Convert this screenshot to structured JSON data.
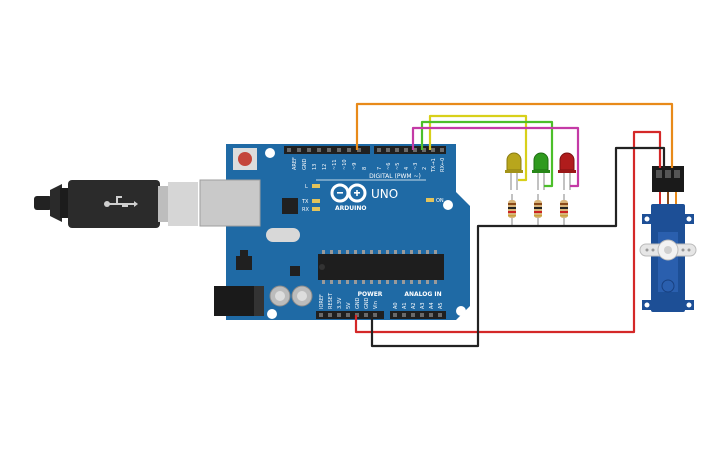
{
  "board": {
    "name": "UNO",
    "brand": "ARDUINO",
    "digital_header_label": "DIGITAL (PWM ~)",
    "power_label": "POWER",
    "analog_label": "ANALOG IN",
    "on_label": "ON",
    "led_labels": {
      "l": "L",
      "tx": "TX",
      "rx": "RX"
    },
    "digital_pins": [
      "AREF",
      "GND",
      "13",
      "12",
      "~11",
      "~10",
      "~9",
      "8",
      "7",
      "~6",
      "~5",
      "4",
      "~3",
      "2",
      "TX→1",
      "RX←0"
    ],
    "power_pins": [
      "IOREF",
      "RESET",
      "3.3V",
      "5V",
      "GND",
      "GND",
      "Vin"
    ],
    "analog_pins": [
      "A0",
      "A1",
      "A2",
      "A3",
      "A4",
      "A5"
    ]
  },
  "components": {
    "leds": [
      {
        "name": "yellow-led",
        "color": "#b8a61c"
      },
      {
        "name": "green-led",
        "color": "#2f9a1e"
      },
      {
        "name": "red-led",
        "color": "#b01c1c"
      }
    ],
    "servo": {
      "name": "micro-servo"
    },
    "usb": {
      "name": "usb-cable"
    }
  },
  "wires": {
    "orange": "#e88a1a",
    "yellow": "#d8d01a",
    "green": "#4cbf2a",
    "magenta": "#c43aa6",
    "red": "#d42828",
    "black": "#222222"
  }
}
